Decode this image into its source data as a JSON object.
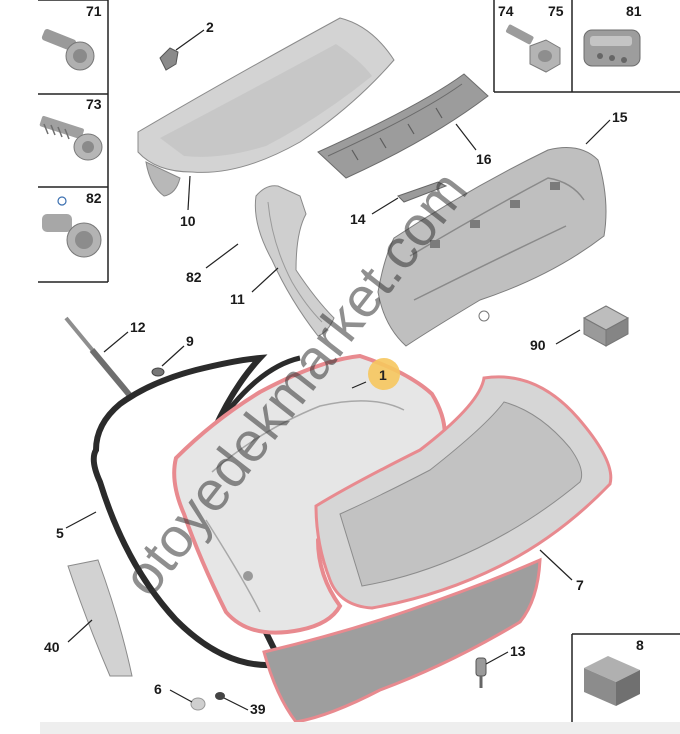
{
  "thumbnails_left": [
    {
      "label": "71"
    },
    {
      "label": "73"
    },
    {
      "label": "82"
    }
  ],
  "thumbnails_top_right": [
    {
      "label": "74"
    },
    {
      "label": "75"
    },
    {
      "label": "81"
    }
  ],
  "thumbnail_bottom_right": {
    "label": "8"
  },
  "callouts": {
    "c2": "2",
    "c10": "10",
    "c16": "16",
    "c15": "15",
    "c14": "14",
    "c82": "82",
    "c11": "11",
    "c12": "12",
    "c9": "9",
    "c90": "90",
    "c1": "1",
    "c5": "5",
    "c7": "7",
    "c40": "40",
    "c13": "13",
    "c6": "6",
    "c39": "39"
  },
  "watermark": "otoyedekmarket.com",
  "colors": {
    "highlight": "#e88a8f",
    "badge": "#f6c75e",
    "line": "#222222"
  }
}
